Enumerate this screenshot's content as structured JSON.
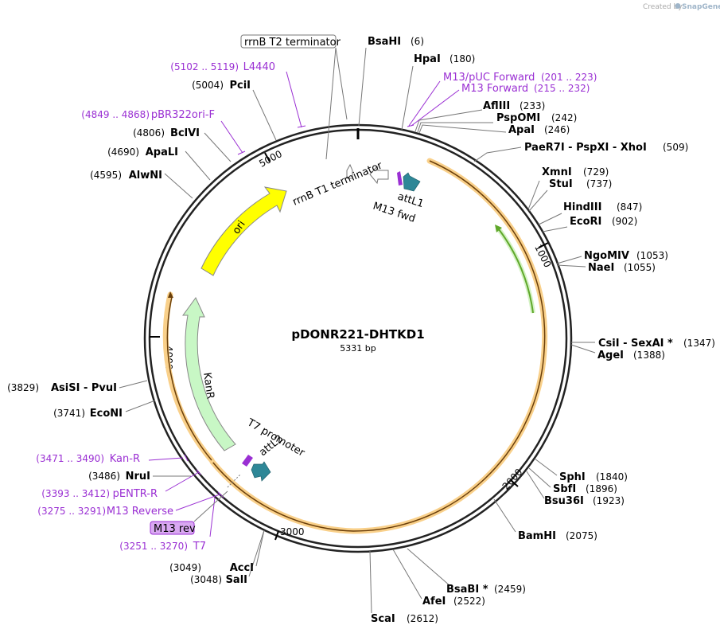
{
  "credit": {
    "prefix": "Created by",
    "brand": "SnapGene"
  },
  "plasmid": {
    "name": "pDONR221-DHTKD1",
    "size": "5331 bp"
  },
  "enzymes": [
    {
      "name": "BsaHI",
      "pos": "(6)"
    },
    {
      "name": "HpaI",
      "pos": "(180)"
    },
    {
      "name": "AflIII",
      "pos": "(233)"
    },
    {
      "name": "PspOMI",
      "pos": "(242)"
    },
    {
      "name": "ApaI",
      "pos": "(246)"
    },
    {
      "name": "PaeR7I - PspXI - XhoI",
      "pos": "(509)"
    },
    {
      "name": "XmnI",
      "pos": "(729)"
    },
    {
      "name": "StuI",
      "pos": "(737)"
    },
    {
      "name": "HindIII",
      "pos": "(847)"
    },
    {
      "name": "EcoRI",
      "pos": "(902)"
    },
    {
      "name": "NgoMIV",
      "pos": "(1053)"
    },
    {
      "name": "NaeI",
      "pos": "(1055)"
    },
    {
      "name": "CsiI - SexAI *",
      "pos": "(1347)"
    },
    {
      "name": "AgeI",
      "pos": "(1388)"
    },
    {
      "name": "SphI",
      "pos": "(1840)"
    },
    {
      "name": "SbfI",
      "pos": "(1896)"
    },
    {
      "name": "Bsu36I",
      "pos": "(1923)"
    },
    {
      "name": "BamHI",
      "pos": "(2075)"
    },
    {
      "name": "BsaBI *",
      "pos": "(2459)"
    },
    {
      "name": "AfeI",
      "pos": "(2522)"
    },
    {
      "name": "ScaI",
      "pos": "(2612)"
    },
    {
      "name": "SalI",
      "pos": "(3048)"
    },
    {
      "name": "AccI",
      "pos": "(3049)"
    },
    {
      "name": "EcoNI",
      "pos": "(3741)"
    },
    {
      "name": "AsiSI - PvuI",
      "pos": "(3829)"
    },
    {
      "name": "AlwNI",
      "pos": "(4595)"
    },
    {
      "name": "ApaLI",
      "pos": "(4690)"
    },
    {
      "name": "BclVI",
      "pos": "(4806)"
    },
    {
      "name": "PciI",
      "pos": "(5004)"
    }
  ],
  "primers": [
    {
      "name": "M13/pUC Forward",
      "range": "(201 .. 223)"
    },
    {
      "name": "M13 Forward",
      "range": "(215 .. 232)"
    },
    {
      "name": "L4440",
      "range": "(5102 .. 5119)"
    },
    {
      "name": "pBR322ori-F",
      "range": "(4849 .. 4868)"
    },
    {
      "name": "Kan-R",
      "range": "(3471 .. 3490)"
    },
    {
      "name": "pENTR-R",
      "range": "(3393 .. 3412)"
    },
    {
      "name": "M13 Reverse",
      "range": "(3275 .. 3291)"
    },
    {
      "name": "T7",
      "range": "(3251 .. 3270)"
    }
  ],
  "boxed_labels": {
    "rrnb_t2": "rrnB T2 terminator",
    "m13_rev": "M13 rev"
  },
  "features": {
    "rrnb_t1": "rrnB T1 terminator",
    "attl1": "attL1",
    "m13_fwd": "M13 fwd",
    "ori": "ori",
    "kanr": "KanR",
    "t7_promoter": "T7 promoter",
    "attl2": "attL2"
  },
  "ticks": [
    "1000",
    "2000",
    "3000",
    "4000",
    "5000"
  ],
  "colors": {
    "ori": "#ffff00",
    "kanr": "#c8f7c5",
    "orf_highlight": "#f9d08a",
    "att": "#2e8797",
    "primer": "#9a2fd3",
    "inner_arrow": "#5fa82a",
    "m13_rev_bg": "#d9a8f2"
  }
}
